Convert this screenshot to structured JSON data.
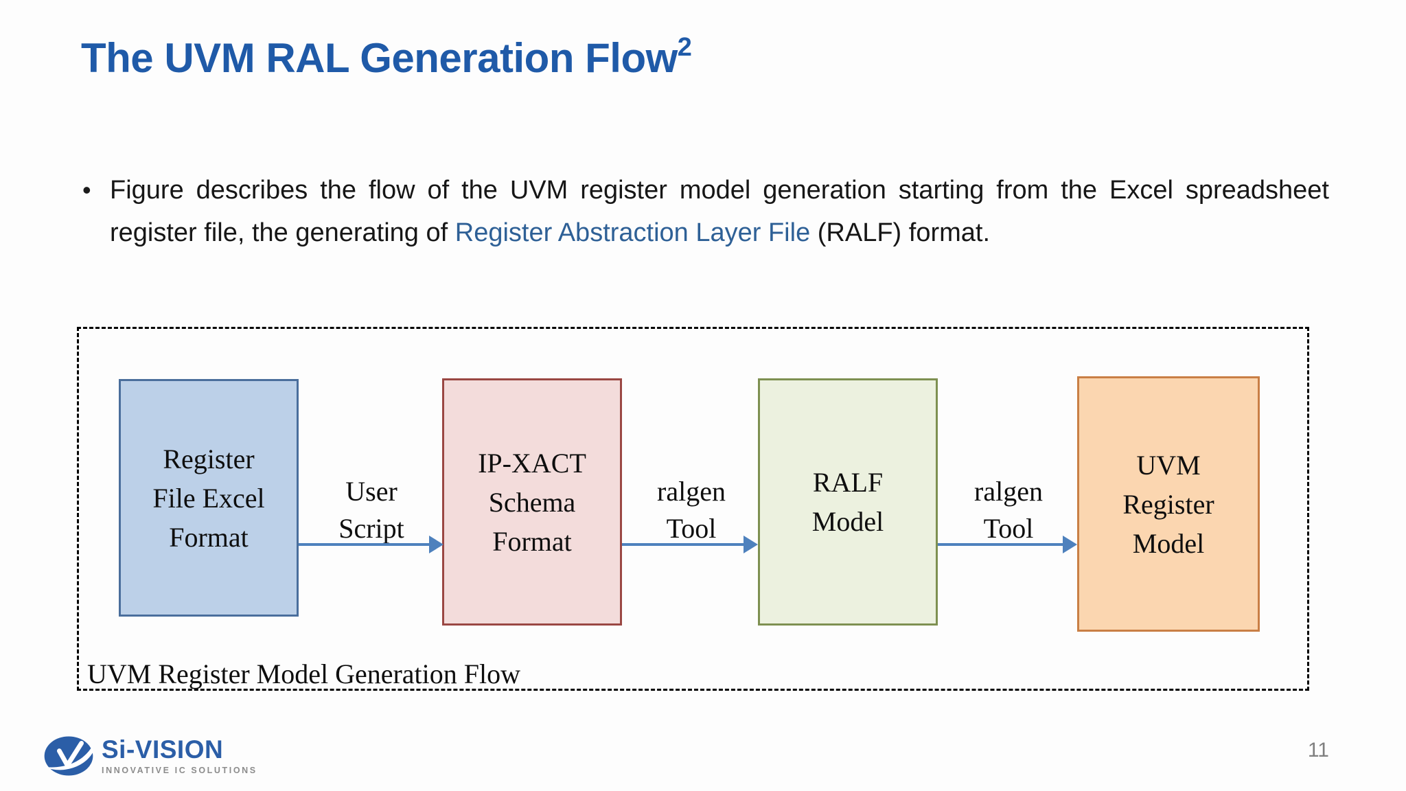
{
  "slide": {
    "title": {
      "text": "The UVM RAL Generation Flow",
      "superscript": "2"
    },
    "bullet": {
      "marker": "•",
      "text_before": "Figure describes the flow of the UVM register model generation starting from the Excel spreadsheet register file, the generating of ",
      "link_text": "Register Abstraction Layer File",
      "text_after": " (RALF) format."
    },
    "diagram": {
      "caption": "UVM Register Model Generation Flow",
      "boxes": [
        {
          "lines": [
            "Register",
            "File Excel",
            "Format"
          ],
          "fill": "#BCD0E8",
          "border": "#4A6E9C"
        },
        {
          "lines": [
            "IP-XACT",
            "Schema",
            "Format"
          ],
          "fill": "#F3DCDB",
          "border": "#9A4743"
        },
        {
          "lines": [
            "RALF",
            "Model"
          ],
          "fill": "#ECF1DF",
          "border": "#7E9051"
        },
        {
          "lines": [
            "UVM",
            "Register",
            "Model"
          ],
          "fill": "#FBD6B0",
          "border": "#C97F45"
        }
      ],
      "connectors": [
        {
          "lines": [
            "User",
            "Script"
          ]
        },
        {
          "lines": [
            "ralgen",
            "Tool"
          ]
        },
        {
          "lines": [
            "ralgen",
            "Tool"
          ]
        }
      ]
    },
    "footer": {
      "logo_text": "Si-VISION",
      "logo_tagline": "INNOVATIVE IC SOLUTIONS",
      "page_number": "11"
    },
    "colors": {
      "title": "#1F5AA8",
      "link": "#2E6096",
      "arrow": "#4E81BD",
      "logo": "#2B5EA7",
      "page_number": "#7F7F7F"
    }
  }
}
